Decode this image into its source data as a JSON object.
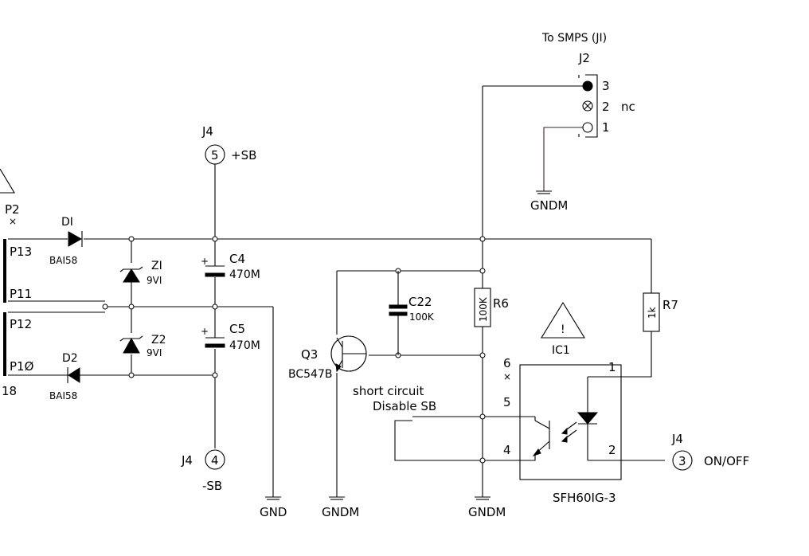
{
  "connectors": {
    "j2_title": "To SMPS (JI)",
    "j2_ref": "J2",
    "j2_pin3": "3",
    "j2_pin2": "2",
    "j2_nc": "nc",
    "j2_pin1": "1",
    "j4_ref": "J4",
    "j4_pin5": "5",
    "j4_plus_sb": "+SB",
    "j4_pin4": "4",
    "j4_minus_sb": "-SB",
    "j4_pin3": "3",
    "j4_on_off": "ON/OFF",
    "p2": "P2",
    "p13": "P13",
    "p11": "P11",
    "p12": "P12",
    "p10": "P1Ø",
    "p_edge": "18"
  },
  "grounds": {
    "gndm": "GNDM",
    "gnd": "GND"
  },
  "components": {
    "d1_ref": "DI",
    "d1_val": "BAI58",
    "d2_ref": "D2",
    "d2_val": "BAI58",
    "z1_ref": "ZI",
    "z1_val": "9VI",
    "z2_ref": "Z2",
    "z2_val": "9VI",
    "c4_ref": "C4",
    "c4_val": "470M",
    "c5_ref": "C5",
    "c5_val": "470M",
    "c22_ref": "C22",
    "c22_val": "100K",
    "q3_ref": "Q3",
    "q3_val": "BC547B",
    "r6_ref": "R6",
    "r6_val": "100K",
    "r7_ref": "R7",
    "r7_val": "1k",
    "ic1_ref": "IC1",
    "ic1_val": "SFH60IG-3",
    "ic1_pin6": "6",
    "ic1_pin5": "5",
    "ic1_pin4": "4",
    "ic1_pin1": "1",
    "ic1_pin2": "2",
    "warning_mark": "!",
    "polarity": "+"
  },
  "notes": {
    "short_line1": "short circuit",
    "short_line2": "Disable SB"
  }
}
